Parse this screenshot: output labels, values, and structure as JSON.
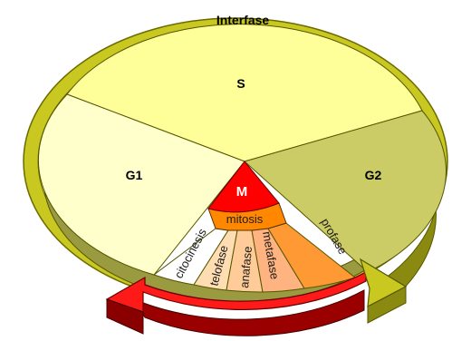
{
  "ring_label": "Interfase",
  "sectors": {
    "s": "S",
    "g1": "G1",
    "g2": "G2",
    "m": "M"
  },
  "mitosis_label": "mitosis",
  "phases": {
    "citocinesis": "citocinesis",
    "telofase": "telofase",
    "anafase": "anafase",
    "metafase": "metafase",
    "profase": "profase"
  },
  "colors": {
    "ring": "#c8c820",
    "s": "#ffff99",
    "g1": "#ffffcc",
    "g2": "#cccc66",
    "m": "#ff0000",
    "mitosis_band": "#ff8800",
    "telofase": "#ffddb3",
    "anafase": "#ffcc99",
    "metafase": "#ffb380",
    "profase": "#ff9933",
    "citocinesis": "#ffffff"
  }
}
